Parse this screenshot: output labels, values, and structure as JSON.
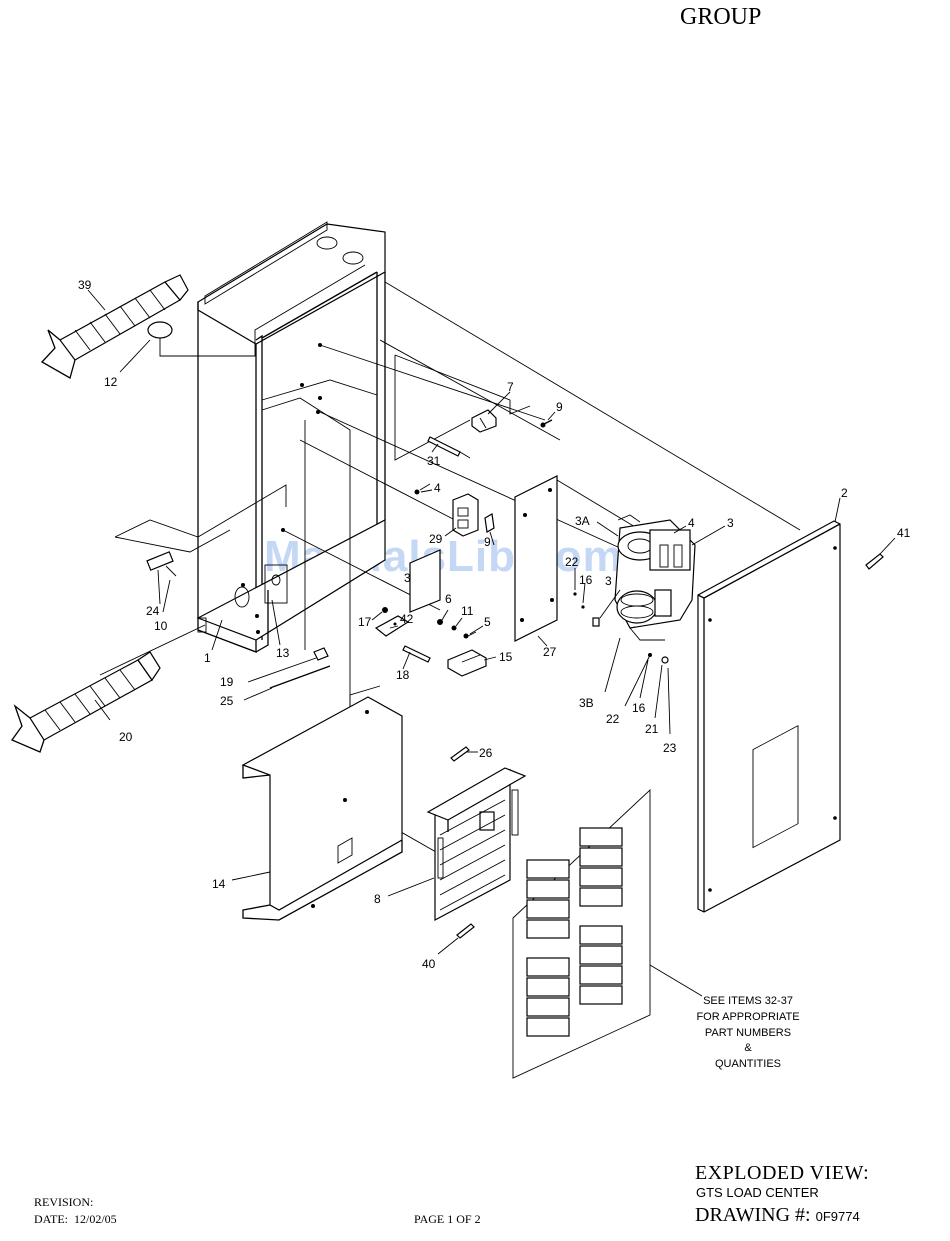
{
  "header": {
    "group_title": "GROUP"
  },
  "watermark": "ManualsLib.com",
  "title_block": {
    "view_label": "EXPLODED VIEW:",
    "subtitle": "GTS LOAD CENTER",
    "drawing_label": "DRAWING #:",
    "drawing_number": "0F9774"
  },
  "footer": {
    "revision": "REVISION:",
    "date_label": "DATE:",
    "date_value": "12/02/05",
    "page": "PAGE 1 OF 2"
  },
  "note": {
    "line1": "SEE ITEMS 32-37",
    "line2": "FOR APPROPRIATE",
    "line3": "PART NUMBERS",
    "line4": "&",
    "line5": "QUANTITIES"
  },
  "callouts": [
    "39",
    "12",
    "7",
    "9",
    "31",
    "4",
    "29",
    "9",
    "3A",
    "4",
    "3",
    "2",
    "41",
    "22",
    "16",
    "3",
    "24",
    "10",
    "1",
    "13",
    "19",
    "25",
    "3",
    "6",
    "11",
    "5",
    "17",
    "42",
    "18",
    "15",
    "27",
    "3B",
    "22",
    "16",
    "21",
    "23",
    "20",
    "26",
    "14",
    "8",
    "40"
  ]
}
